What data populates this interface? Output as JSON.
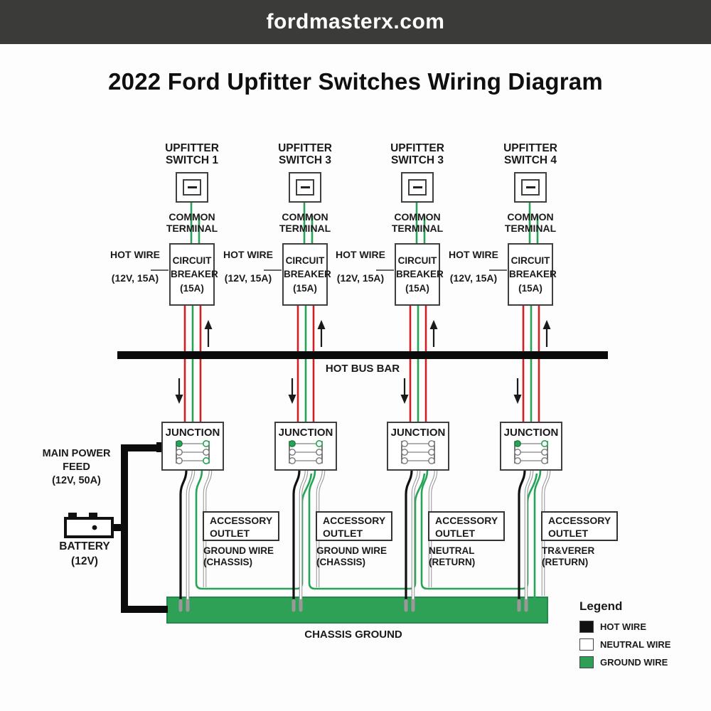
{
  "banner": {
    "site": "fordmasterx.com"
  },
  "title": "2022 Ford Upfitter Switches Wiring Diagram",
  "bus_bar": {
    "label": "HOT BUS BAR"
  },
  "power": {
    "feed_line1": "MAIN POWER",
    "feed_line2": "FEED",
    "feed_line3": "(12V, 50A)",
    "battery_line1": "BATTERY",
    "battery_line2": "(12V)"
  },
  "ground_bar": {
    "label": "CHASSIS GROUND"
  },
  "legend": {
    "title": "Legend",
    "items": [
      {
        "label": "HOT WIRE",
        "color": "#111111"
      },
      {
        "label": "NEUTRAL WIRE",
        "color": "#ffffff"
      },
      {
        "label": "GROUND WIRE",
        "color": "#2f9e57"
      }
    ]
  },
  "colors": {
    "hot_wire": "#111111",
    "neutral_wire": "#ffffff",
    "ground_wire": "#27a457",
    "power_wire_red": "#cc2127",
    "chassis_bar": "#2ea157",
    "banner_bg": "#3b3b3a"
  },
  "columns": [
    {
      "switch_line1": "UPFITTER",
      "switch_line2": "SWITCH 1",
      "common_line1": "COMMON",
      "common_line2": "TERMINAL",
      "hot_line1": "HOT WIRE",
      "hot_line2": "(12V, 15A)",
      "breaker_line1": "CIRCUIT",
      "breaker_line2": "BREAKER",
      "breaker_line3": "(15A)",
      "junction_label": "JUNCTION",
      "outlet_line1": "ACCESSORY",
      "outlet_line2": "OUTLET",
      "return_line1": "GROUND WIRE",
      "return_line2": "(CHASSIS)"
    },
    {
      "switch_line1": "UPFITTER",
      "switch_line2": "SWITCH 3",
      "common_line1": "COMMON",
      "common_line2": "TERMINAL",
      "hot_line1": "HOT WIRE",
      "hot_line2": "(12V, 15A)",
      "breaker_line1": "CIRCUIT",
      "breaker_line2": "BREAKER",
      "breaker_line3": "(15A)",
      "junction_label": "JUNCTION",
      "outlet_line1": "ACCESSORY",
      "outlet_line2": "OUTLET",
      "return_line1": "GROUND WIRE",
      "return_line2": "(CHASSIS)"
    },
    {
      "switch_line1": "UPFITTER",
      "switch_line2": "SWITCH 3",
      "common_line1": "COMMON",
      "common_line2": "TERMINAL",
      "hot_line1": "HOT WIRE",
      "hot_line2": "(12V, 15A)",
      "breaker_line1": "CIRCUIT",
      "breaker_line2": "BREAKER",
      "breaker_line3": "(15A)",
      "junction_label": "JUNCTION",
      "outlet_line1": "ACCESSORY",
      "outlet_line2": "OUTLET",
      "return_line1": "NEUTRAL",
      "return_line2": "(RETURN)"
    },
    {
      "switch_line1": "UPFITTER",
      "switch_line2": "SWITCH 4",
      "common_line1": "COMMON",
      "common_line2": "TERMINAL",
      "hot_line1": "HOT WIRE",
      "hot_line2": "(12V, 15A)",
      "breaker_line1": "CIRCUIT",
      "breaker_line2": "BREAKER",
      "breaker_line3": "(15A)",
      "junction_label": "JUNCTION",
      "outlet_line1": "ACCESSORY",
      "outlet_line2": "OUTLET",
      "return_line1": "TR&VERER",
      "return_line2": "(RETURN)"
    }
  ]
}
